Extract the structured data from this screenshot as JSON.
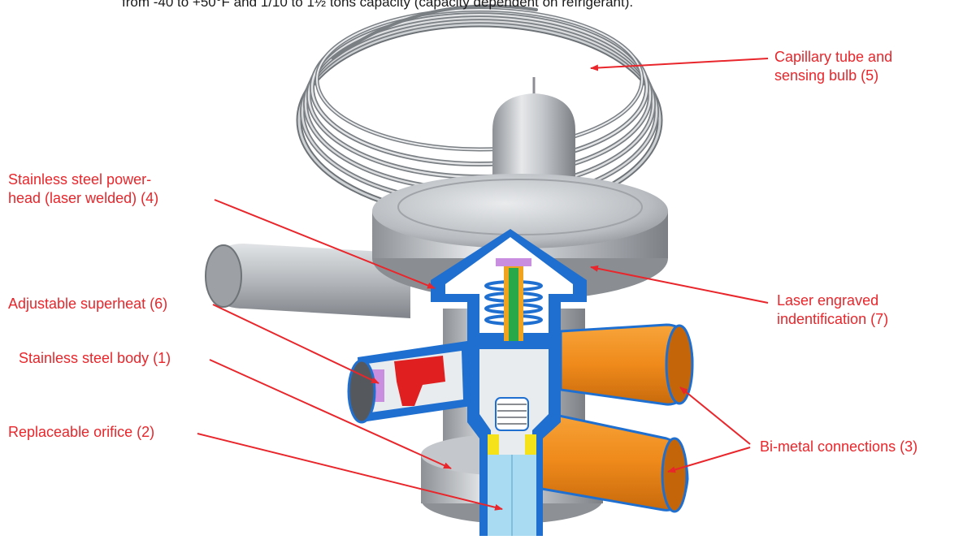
{
  "intro_text": "from -40 to +50°F and 1/10 to 1½ tons capacity (capacity dependent on refrigerant).",
  "callouts": {
    "capillary": {
      "line1": "Capillary tube and",
      "line2": "sensing bulb (5)"
    },
    "powerhead": {
      "line1": "Stainless steel power-",
      "line2": "head (laser welded) (4)"
    },
    "superheat": {
      "line1": "Adjustable superheat (6)"
    },
    "body": {
      "line1": "Stainless steel body (1)"
    },
    "orifice": {
      "line1": "Replaceable orifice (2)"
    },
    "engraved": {
      "line1": "Laser engraved",
      "line2": "indentification (7)"
    },
    "bimetal": {
      "line1": "Bi-metal connections (3)"
    }
  },
  "colors": {
    "callout": "#e8262b",
    "steel": "#b9bcc0",
    "cutaway_blue": "#1f6fd0",
    "cutaway_light": "#a9dcf2",
    "copper": "#f08a1c",
    "accent_red": "#e02020",
    "accent_yellow": "#f6e21a",
    "accent_green": "#29a84a"
  }
}
